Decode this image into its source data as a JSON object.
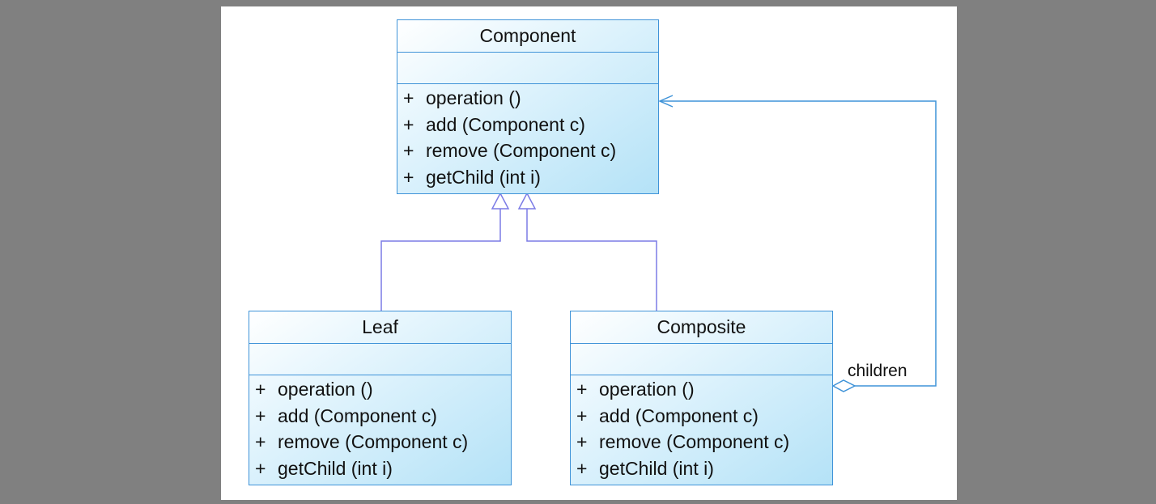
{
  "diagram": {
    "classes": [
      {
        "name": "Component",
        "operations": [
          {
            "visibility": "+",
            "signature": "operation ()"
          },
          {
            "visibility": "+",
            "signature": "add (Component c)"
          },
          {
            "visibility": "+",
            "signature": "remove (Component c)"
          },
          {
            "visibility": "+",
            "signature": "getChild (int i)"
          }
        ]
      },
      {
        "name": "Leaf",
        "operations": [
          {
            "visibility": "+",
            "signature": "operation ()"
          },
          {
            "visibility": "+",
            "signature": "add (Component c)"
          },
          {
            "visibility": "+",
            "signature": "remove (Component c)"
          },
          {
            "visibility": "+",
            "signature": "getChild (int i)"
          }
        ]
      },
      {
        "name": "Composite",
        "operations": [
          {
            "visibility": "+",
            "signature": "operation ()"
          },
          {
            "visibility": "+",
            "signature": "add (Component c)"
          },
          {
            "visibility": "+",
            "signature": "remove (Component c)"
          },
          {
            "visibility": "+",
            "signature": "getChild (int i)"
          }
        ]
      }
    ],
    "relations": [
      {
        "type": "generalization",
        "from": "Leaf",
        "to": "Component"
      },
      {
        "type": "generalization",
        "from": "Composite",
        "to": "Component"
      },
      {
        "type": "aggregation",
        "from": "Composite",
        "to": "Component",
        "role": "children"
      }
    ]
  },
  "colors": {
    "page_background": "#808080",
    "canvas_background": "#ffffff",
    "box_border": "#3f93d8",
    "generalization_line": "#7b7be6",
    "association_line": "#3f93d8"
  }
}
